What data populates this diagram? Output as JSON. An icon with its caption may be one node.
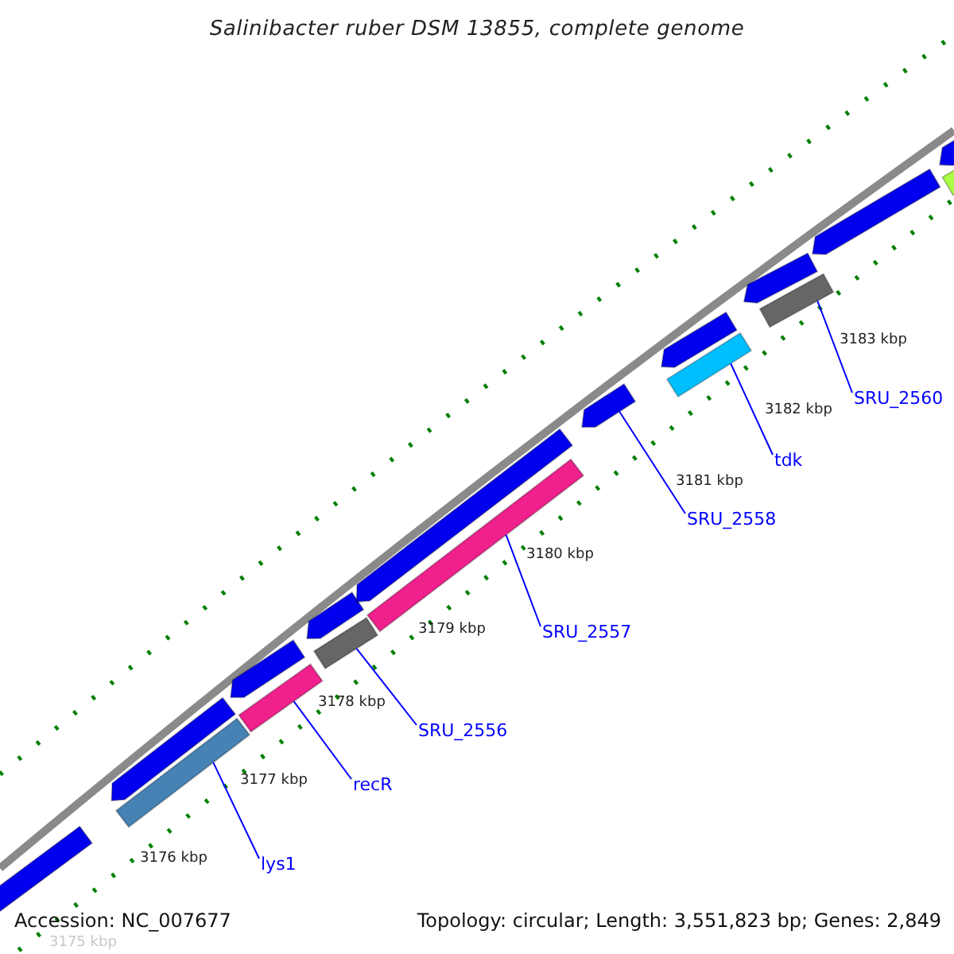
{
  "diagram": {
    "title": "Salinibacter ruber DSM 13855, complete genome",
    "nodes": [
      {
        "text": [
          "SRU_2560"
        ]
      },
      {
        "text": [
          "tdk"
        ]
      },
      {
        "text": [
          "SRU_2558"
        ]
      },
      {
        "text": [
          "SRU_2557"
        ]
      },
      {
        "text": [
          "SRU_2556"
        ]
      },
      {
        "text": [
          "recR"
        ]
      },
      {
        "text": [
          "lys1"
        ]
      },
      {
        "text": [],
        "shape": "bar"
      },
      {
        "text": [],
        "shape": "bar"
      },
      {
        "text": [],
        "shape": "bar"
      },
      {
        "text": [],
        "shape": "bar"
      },
      {
        "text": [],
        "shape": "bar"
      },
      {
        "text": [],
        "shape": "bar"
      },
      {
        "text": [],
        "shape": "bar"
      },
      {
        "text": [],
        "shape": "bar"
      },
      {
        "text": [],
        "shape": "bar"
      },
      {
        "text": [],
        "shape": "bar"
      },
      {
        "text": [],
        "shape": "bar"
      },
      {
        "text": [],
        "shape": "bar"
      },
      {
        "text": [],
        "shape": "bar"
      },
      {
        "text": [],
        "shape": "bar"
      },
      {
        "text": [],
        "shape": "bar"
      },
      {
        "text": [],
        "shape": "bar"
      },
      {
        "text": [],
        "shape": "bar"
      }
    ],
    "edges": [
      {
        "from": 0,
        "to": 20,
        "arrow": "none"
      },
      {
        "from": 1,
        "to": 18,
        "arrow": "none"
      },
      {
        "from": 2,
        "to": 16,
        "arrow": "none"
      },
      {
        "from": 3,
        "to": 15,
        "arrow": "none"
      },
      {
        "from": 4,
        "to": 13,
        "arrow": "none"
      },
      {
        "from": 5,
        "to": 11,
        "arrow": "none"
      },
      {
        "from": 6,
        "to": 9,
        "arrow": "none"
      }
    ],
    "labels": [
      "3183 kbp",
      "3182 kbp",
      "3181 kbp",
      "3180 kbp",
      "3179 kbp",
      "3178 kbp",
      "3177 kbp",
      "3176 kbp",
      "Accession: NC_007677",
      "Topology: circular; Length: 3,551,823 bp; Genes: 2,849",
      "3175 kbp"
    ]
  }
}
